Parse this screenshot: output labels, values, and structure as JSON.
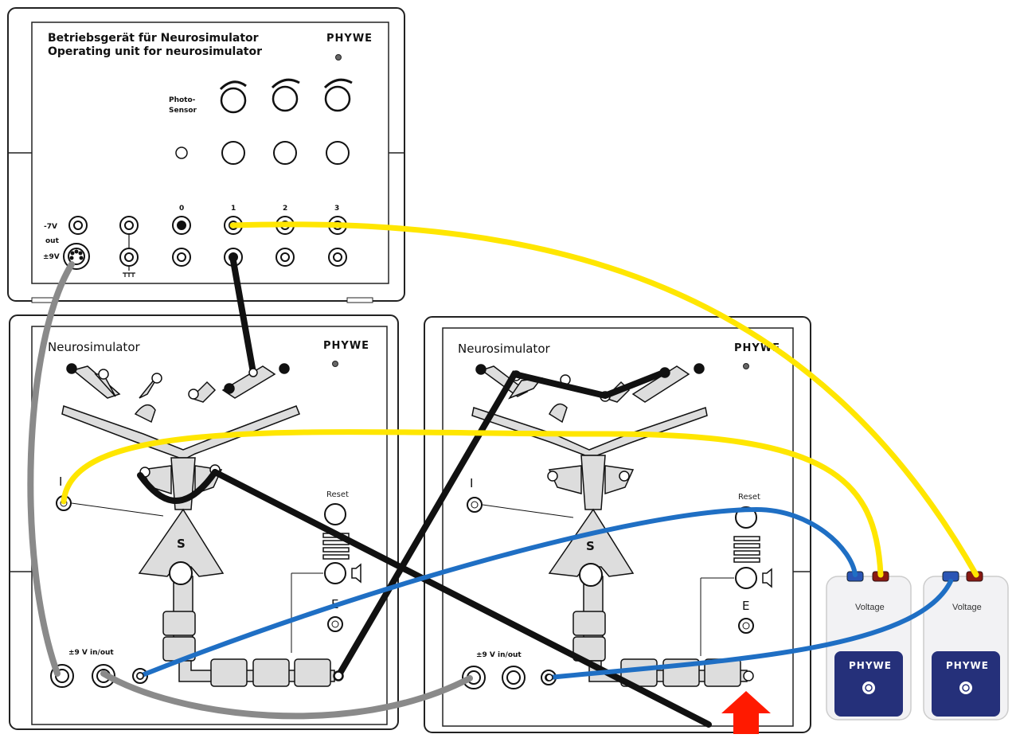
{
  "operating_unit": {
    "title_de": "Betriebsgerät für Neurosimulator",
    "title_en": "Operating unit for neurosimulator",
    "brand": "PHYWE",
    "photo_sensor_label_1": "Photo-",
    "photo_sensor_label_2": "Sensor",
    "channels": [
      "0",
      "1",
      "2",
      "3"
    ],
    "minus7v_label": "-7V",
    "out_label": "out",
    "plus9v_label": "±9V"
  },
  "neurosimulator_left": {
    "title": "Neurosimulator",
    "brand": "PHYWE",
    "i_label": "I",
    "s_label": "S",
    "reset_label": "Reset",
    "e_label": "E",
    "pm9v_label": "±9 V in/out"
  },
  "neurosimulator_right": {
    "title": "Neurosimulator",
    "brand": "PHYWE",
    "i_label": "I",
    "s_label": "S",
    "reset_label": "Reset",
    "e_label": "E",
    "pm9v_label": "±9 V in/out"
  },
  "sensor_1": {
    "label": "Voltage",
    "brand": "PHYWE"
  },
  "sensor_2": {
    "label": "Voltage",
    "brand": "PHYWE"
  },
  "cable_colors": {
    "yellow": "#ffe600",
    "black": "#111111",
    "blue": "#1f6fc4",
    "gray": "#8a8a8a"
  },
  "marker_color": "#ff1a00"
}
